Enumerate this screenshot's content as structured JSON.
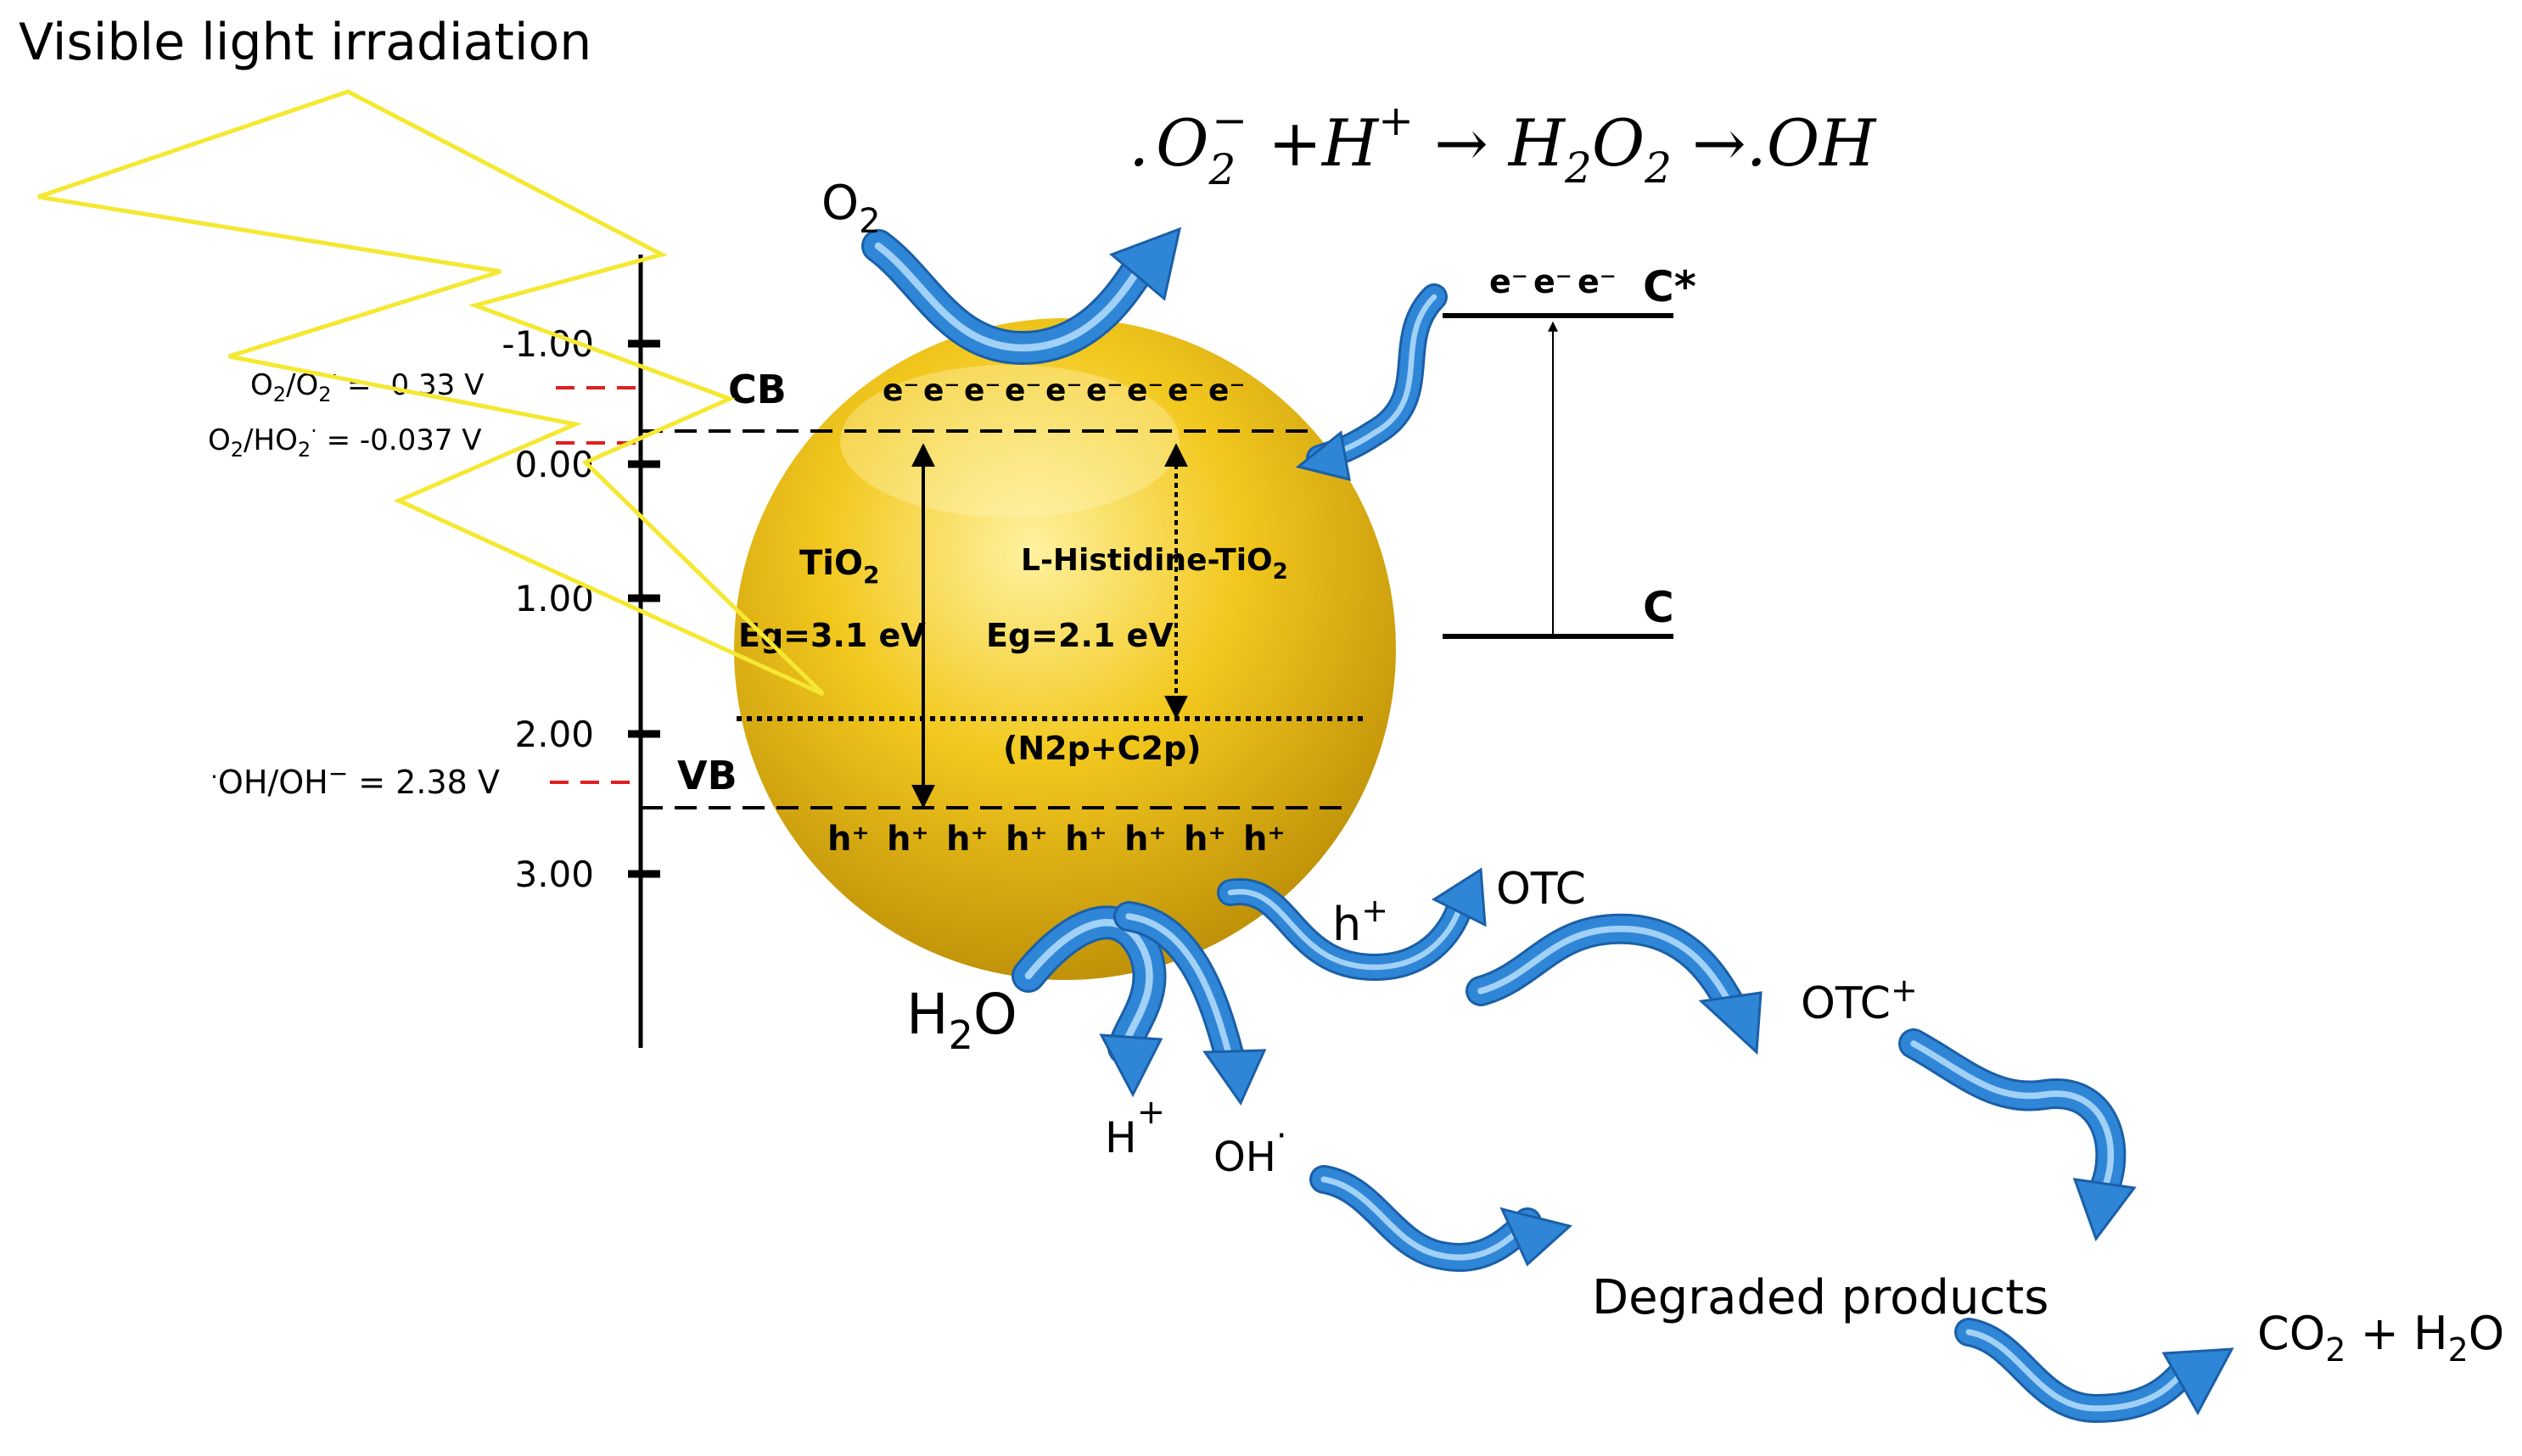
{
  "title": "Visible light irradiation",
  "reaction": {
    "p1": ".",
    "o": "O",
    "o_sub": "2",
    "o_sup": "−",
    "plus": "+",
    "h": "H",
    "h_sup": "+",
    "arrow1": "→",
    "h2": "H",
    "h2_sub": "2",
    "o2": "O",
    "o2_sub": "2",
    "arrow2": "→",
    "oh": ".OH"
  },
  "axis": {
    "ticks": [
      "-1.00",
      "0.00",
      "1.00",
      "2.00",
      "3.00"
    ]
  },
  "potentials": {
    "o2_superoxide": {
      "pre": "O",
      "sub1": "2",
      "mid": "/O",
      "sub2": "2",
      "sup": "·",
      "post": " = -0.33 V"
    },
    "o2_hydroperoxyl": {
      "pre": "O",
      "sub1": "2",
      "mid": "/HO",
      "sub2": "2",
      "sup": "·",
      "post": " = -0.037 V"
    },
    "hydroxyl": {
      "pre_sup": "·",
      "pre": "OH/OH",
      "sup": "−",
      "post": " = 2.38 V"
    }
  },
  "bands": {
    "cb": "CB",
    "vb": "VB",
    "electrons": [
      "e⁻",
      "e⁻",
      "e⁻",
      "e⁻",
      "e⁻",
      "e⁻",
      "e⁻",
      "e⁻",
      "e⁻"
    ],
    "holes": [
      "h⁺",
      "h⁺",
      "h⁺",
      "h⁺",
      "h⁺",
      "h⁺",
      "h⁺",
      "h⁺"
    ],
    "tio2": {
      "base": "TiO",
      "sub": "2"
    },
    "tio2_eg": "Eg=3.1 eV",
    "histidine": {
      "base": "L-Histidine-TiO",
      "sub": "2"
    },
    "histidine_eg": "Eg=2.1 eV",
    "midgap": "(N2p+C2p)"
  },
  "sensitizer": {
    "excited": "C*",
    "ground": "C",
    "electrons": [
      "e⁻",
      "e⁻",
      "e⁻"
    ]
  },
  "species": {
    "o2": {
      "base": "O",
      "sub": "2"
    },
    "h2o": {
      "base": "H",
      "sub": "2",
      "tail": "O"
    },
    "h_plus": {
      "base": "H",
      "sup": "+"
    },
    "oh_radical": {
      "base": "OH",
      "sup": "·"
    },
    "hole": {
      "base": "h",
      "sup": "+"
    },
    "otc": "OTC",
    "otc_plus": {
      "base": "OTC",
      "sup": "+"
    },
    "degraded": "Degraded products",
    "final": {
      "a": "CO",
      "a_sub": "2",
      "mid": " + H",
      "b_sub": "2",
      "tail": "O"
    }
  },
  "colors": {
    "sphere": "#f2c81e",
    "sphere_dark": "#c79a0a",
    "lightning": "#f5e832",
    "arrow": "#2f86d6",
    "arrow_dark": "#1a5fa8",
    "redline": "#e02020"
  }
}
